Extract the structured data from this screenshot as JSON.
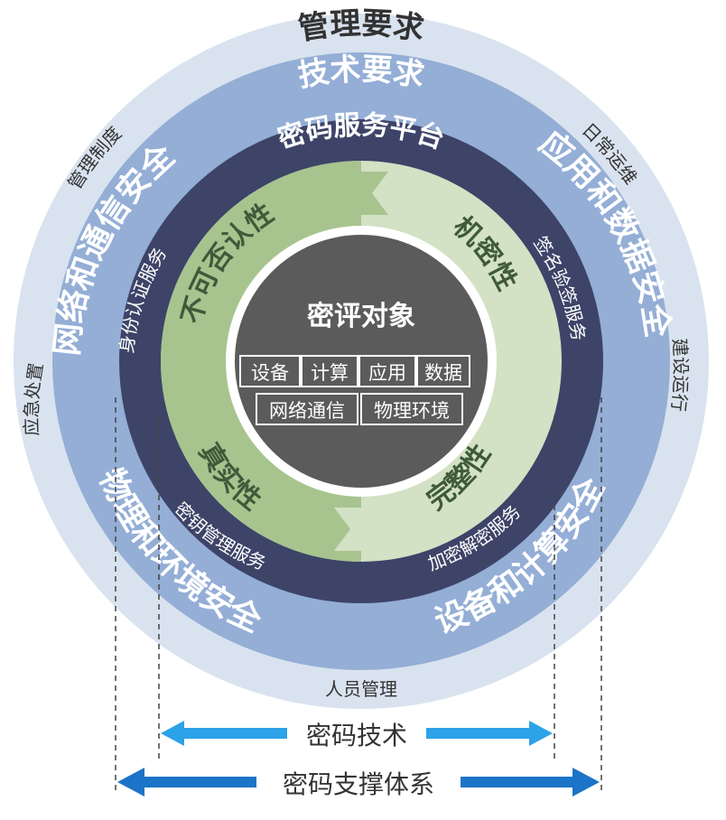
{
  "rings": {
    "management": {
      "title": "管理要求",
      "items": [
        "管理制度",
        "日常运维",
        "建设运行",
        "人员管理",
        "应急处置"
      ]
    },
    "technical": {
      "title": "技术要求",
      "items": [
        "网络和通信安全",
        "应用和数据安全",
        "设备和计算安全",
        "物理和环境安全"
      ]
    },
    "platform": {
      "title": "密码服务平台",
      "services": [
        "身份认证服务",
        "签名验签服务",
        "加密解密服务",
        "密钥管理服务"
      ]
    },
    "properties": [
      "不可否认性",
      "机密性",
      "完整性",
      "真实性"
    ]
  },
  "core": {
    "title": "密评对象",
    "row1": [
      "设备",
      "计算",
      "应用",
      "数据"
    ],
    "row2": [
      "网络通信",
      "物理环境"
    ]
  },
  "arrows": {
    "tech": "密码技术",
    "system": "密码支撑体系"
  },
  "colors": {
    "ring_management": "#d9e3ef",
    "ring_technical": "#94aed6",
    "ring_platform": "#3d4468",
    "ring_property_a": "#a7c48f",
    "ring_property_b": "#d3e1c4",
    "core": "#5b5b5b",
    "arrow_blue": "#2da2e8",
    "arrow_darkblue": "#1b74c8"
  }
}
